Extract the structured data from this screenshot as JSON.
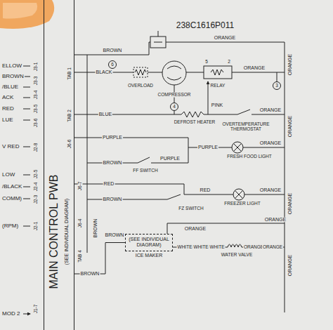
{
  "diagram": {
    "nodes": [
      {
        "text": [
          "MAIN CONTROL PWB",
          "(SEE INDIVIDUAL DIAGRAM)"
        ]
      },
      {
        "text": [
          "(SEE INDIVIDUAL DIAGRAM)",
          "ICE MAKER"
        ]
      }
    ],
    "edges": [
      {
        "from": 1,
        "to": 0,
        "arrow": "none",
        "label": "BROWN"
      }
    ],
    "labels": [
      "238C1616P011",
      "ELLOW",
      "BROWN",
      "/BLUE",
      "ACK",
      "RED",
      "LUE",
      "V RED",
      "LOW",
      "/BLACK",
      "COMM)",
      "(RPM)",
      "MOD 2",
      "J3-1",
      "J3-3",
      "J3-4",
      "J3-5",
      "J3-6",
      "J2-8",
      "J2-5",
      "J2-4",
      "J2-3",
      "J2-1",
      "J1-7",
      "TAB 1",
      "TAB 2",
      "J6-6",
      "J6-7",
      "J6-4",
      "TAB 4",
      "BROWN",
      "ORANGE",
      "6",
      "BLACK",
      "OVERLOAD",
      "COMPRESSOR",
      "5",
      "2",
      "RELAY",
      "ORANGE",
      "3",
      "4",
      "PINK",
      "BLUE",
      "DEFROST HEATER",
      "ORANGE",
      "OVERTEMPERATURE THERMOSTAT",
      "PURPLE",
      "PURPLE",
      "ORANGE",
      "FRESH FOOD LIGHT",
      "BROWN",
      "PURPLE",
      "FF SWITCH",
      "RED",
      "RED",
      "ORANGE",
      "FREEZER LIGHT",
      "BROWN",
      "FZ SWITCH",
      "ORANGE",
      "ORANGE",
      "BROWN",
      "WHITE",
      "WHITE",
      "WHITE",
      "ORANGE",
      "ORANGE",
      "WATER VALVE",
      "ORANGE",
      "ORANGE",
      "ORANGE",
      "ORANGE",
      "BROWN"
    ]
  }
}
